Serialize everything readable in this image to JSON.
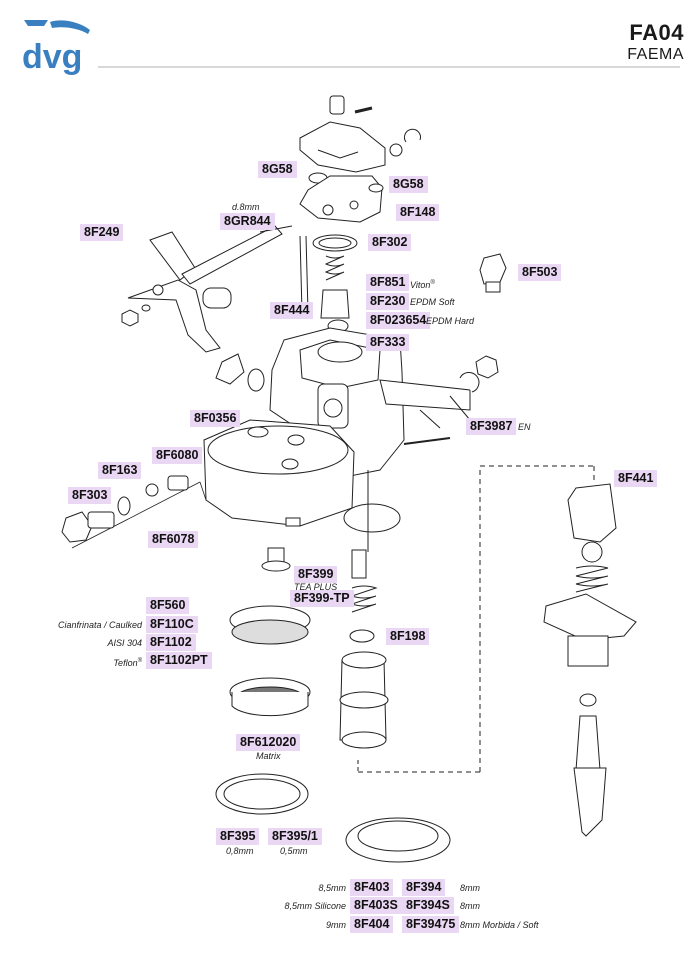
{
  "header": {
    "logo_text": "dvg",
    "model": "FA04",
    "brand": "FAEMA",
    "accent_color": "#3a7fc0",
    "label_bg": "#ead7f3"
  },
  "parts": {
    "p8G58a": "8G58",
    "p8G58b": "8G58",
    "p8F148": "8F148",
    "p8GR844": "8GR844",
    "n8GR844": "d.8mm",
    "p8F249": "8F249",
    "p8F302": "8F302",
    "p8F503": "8F503",
    "p8F851": "8F851",
    "n8F851": "Viton",
    "n8F851sup": "®",
    "p8F230": "8F230",
    "n8F230": "EPDM Soft",
    "p8F444": "8F444",
    "p8F023654": "8F023654",
    "n8F023654": "EPDM Hard",
    "p8F333": "8F333",
    "p8F0356": "8F0356",
    "p8F3987": "8F3987",
    "n8F3987": "EN",
    "p8F6080": "8F6080",
    "p8F163": "8F163",
    "p8F303": "8F303",
    "p8F6078": "8F6078",
    "p8F441": "8F441",
    "p8F399": "8F399",
    "n8F399": "TEA PLUS",
    "p8F399TP": "8F399-TP",
    "p8F560": "8F560",
    "n8F110C": "Cianfrinata / Caulked",
    "p8F110C": "8F110C",
    "n8F1102": "AISI 304",
    "p8F1102": "8F1102",
    "n8F1102PT": "Teflon",
    "n8F1102PTsup": "®",
    "p8F1102PT": "8F1102PT",
    "p8F198": "8F198",
    "p8F612020": "8F612020",
    "n8F612020": "Matrix",
    "p8F395": "8F395",
    "n8F395": "0,8mm",
    "p8F3951": "8F395/1",
    "n8F3951": "0,5mm",
    "n8F403": "8,5mm",
    "p8F403": "8F403",
    "p8F394": "8F394",
    "n8F394": "8mm",
    "n8F403S": "8,5mm Silicone",
    "p8F403S": "8F403S",
    "p8F394S": "8F394S",
    "n8F394S": "8mm",
    "n8F404": "9mm",
    "p8F404": "8F404",
    "p8F39475": "8F39475",
    "n8F39475": "8mm Morbida / Soft"
  }
}
